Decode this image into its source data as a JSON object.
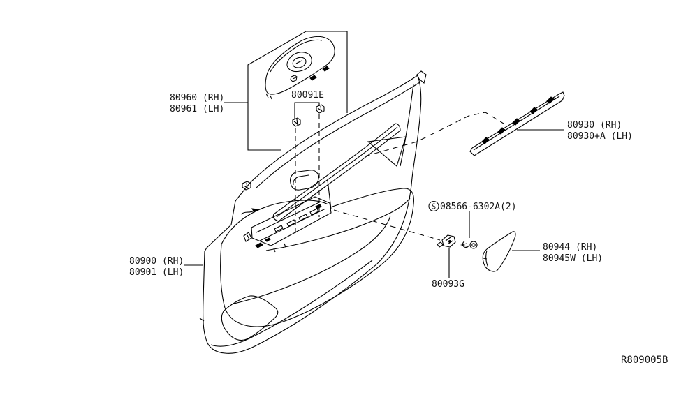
{
  "page": {
    "background_color": "#ffffff",
    "line_color": "#000000"
  },
  "diagram": {
    "type": "exploded-parts-diagram",
    "subject": "front door trimming",
    "drawing_ref": "R809005B"
  },
  "labels": {
    "switch_finisher_rh": "80960 (RH)",
    "switch_finisher_lh": "80961 (LH)",
    "clip_label": "80091E",
    "waist_finisher_rh": "80930 (RH)",
    "waist_finisher_lh": "80930+A (LH)",
    "screw_prefix": "S",
    "screw_label": "08566-6302A(2)",
    "sail_cover_rh": "80944 (RH)",
    "sail_cover_lh": "80945W (LH)",
    "grommet_label": "80093G",
    "door_trim_rh": "80900 (RH)",
    "door_trim_lh": "80901 (LH)"
  }
}
